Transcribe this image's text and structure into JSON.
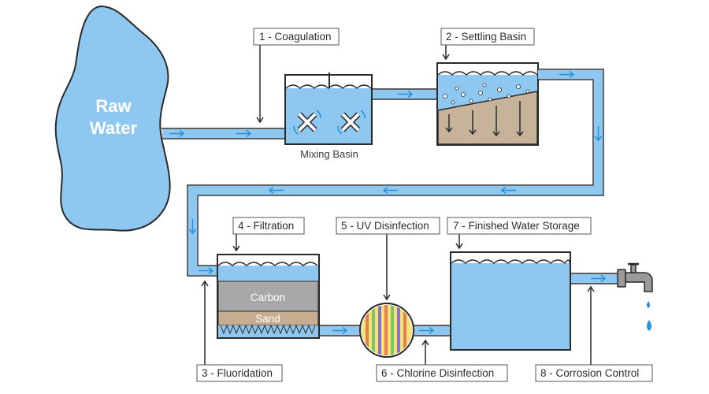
{
  "raw_water": {
    "line1": "Raw",
    "line2": "Water"
  },
  "stages": {
    "coagulation": "1 - Coagulation",
    "settling_basin": "2 - Settling Basin",
    "fluoridation": "3 - Fluoridation",
    "filtration": "4 - Filtration",
    "uv_disinfection": "5 - UV Disinfection",
    "chlorine_disinfection": "6 - Chlorine Disinfection",
    "finished_water_storage": "7 - Finished Water Storage",
    "corrosion_control": "8 - Corrosion Control"
  },
  "mixing_basin": "Mixing Basin",
  "filter_layers": {
    "carbon": "Carbon",
    "sand": "Sand"
  },
  "colors": {
    "water_fill": "#8ec8f0",
    "water_stroke": "#2a2a2a",
    "arrow": "#2a8fd9",
    "carbon": "#a8a8a8",
    "sand": "#c8ac8f",
    "sediment": "#c7b39a",
    "label_box": "#ffffff"
  },
  "icons": [
    "water-droplet-icon",
    "faucet-icon",
    "mixer-blade-icon",
    "flow-arrow-icon"
  ]
}
